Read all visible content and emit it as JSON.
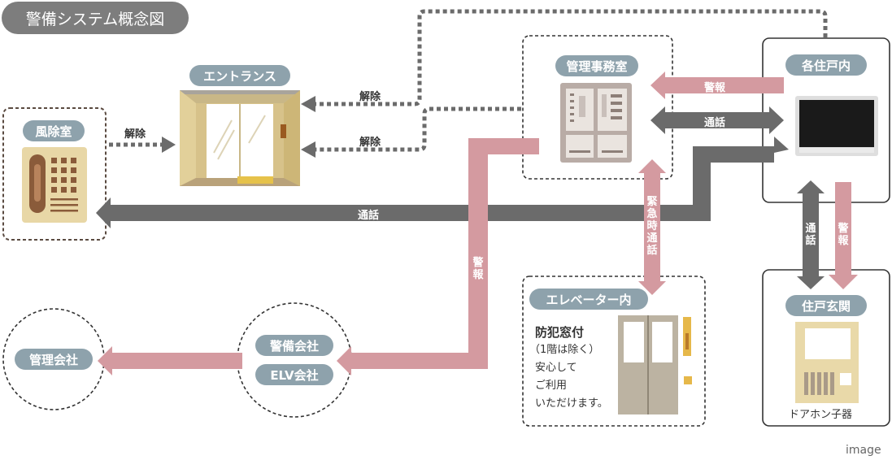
{
  "title": "警備システム概念図",
  "nodes": {
    "fujoshitsu": "風除室",
    "entrance": "エントランス",
    "kanri_jimushitsu": "管理事務室",
    "kaku_jukonai": "各住戸内",
    "elevator_nai": "エレベーター内",
    "juko_genkan": "住戸玄関",
    "keibi_kaisha": "警備会社",
    "elv_kaisha": "ELV会社",
    "kanri_kaisha": "管理会社"
  },
  "links": {
    "kaijo_1": "解除",
    "kaijo_2": "解除",
    "kaijo_3": "解除",
    "keiho_top": "警報",
    "tsuwa_top": "通話",
    "tsuwa_long": "通話",
    "kinkyuji_tsuwa": "緊急時通話",
    "keiho_vertical": "警報",
    "tsuwa_right": "通話",
    "keiho_right": "警報"
  },
  "elevator_text": {
    "heading": "防犯窓付",
    "note": "（1階は除く）",
    "line1": "安心して",
    "line2": "ご利用",
    "line3": "いただけます。"
  },
  "door_phone_label": "ドアホン子器",
  "watermark": "image",
  "colors": {
    "pill": "#8ea2ac",
    "alarm_arrow": "#d49aa0",
    "talk_arrow": "#6b6b6b",
    "dotted": "#6b6b6b"
  }
}
